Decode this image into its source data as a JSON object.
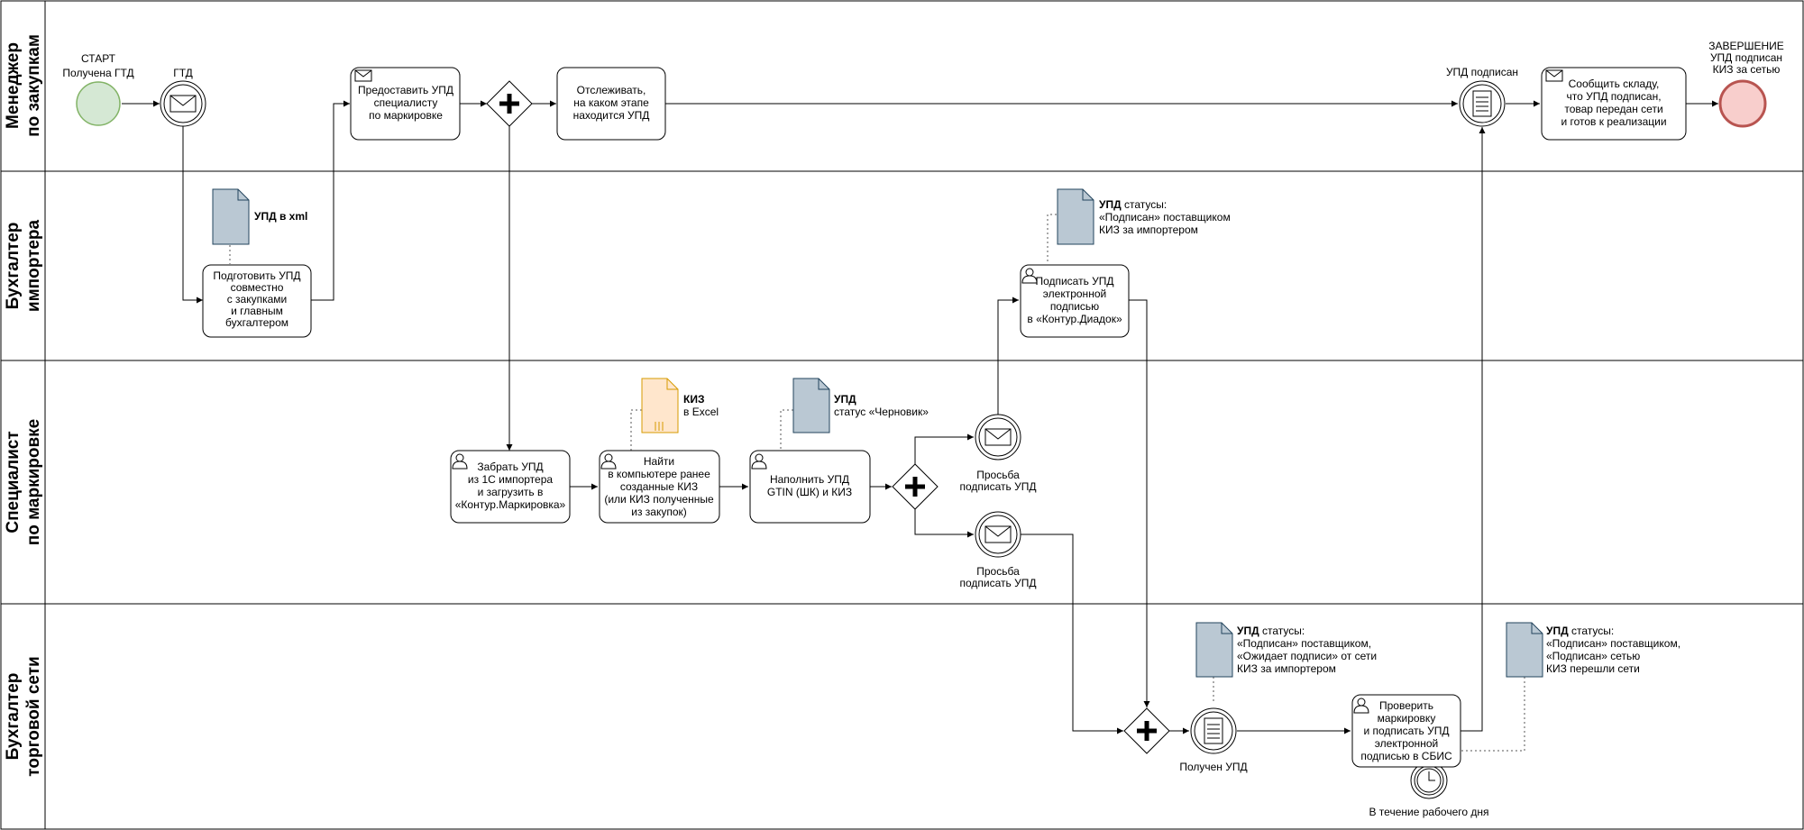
{
  "lanes": [
    {
      "title_lines": [
        "Менеджер",
        "по закупкам"
      ]
    },
    {
      "title_lines": [
        "Бухгалтер",
        "импортера"
      ]
    },
    {
      "title_lines": [
        "Специалист",
        "по маркировке"
      ]
    },
    {
      "title_lines": [
        "Бухгалтер",
        "торговой сети"
      ]
    }
  ],
  "events": {
    "start": {
      "label_lines": [
        "СТАРТ",
        "Получена ГТД"
      ]
    },
    "gtd": {
      "label_lines": [
        "ГТД"
      ]
    },
    "upd_signed": {
      "label_lines": [
        "УПД подписан"
      ]
    },
    "end": {
      "label_lines": [
        "ЗАВЕРШЕНИЕ",
        "УПД подписан",
        "КИЗ за сетью"
      ]
    },
    "msg_request_1": {
      "label_lines": [
        "Просьба",
        "подписать УПД"
      ]
    },
    "msg_request_2": {
      "label_lines": [
        "Просьба",
        "подписать УПД"
      ]
    },
    "upd_received": {
      "label_lines": [
        "Получен УПД"
      ]
    },
    "timer": {
      "label_lines": [
        "В течение рабочего дня"
      ]
    }
  },
  "tasks": {
    "provide_upd": {
      "lines": [
        "Предоставить УПД",
        "специалисту",
        "по маркировке"
      ]
    },
    "track": {
      "lines": [
        "Отслеживать,",
        "на каком этапе",
        "находится УПД"
      ]
    },
    "notify_warehouse": {
      "lines": [
        "Сообщить складу,",
        "что УПД подписан,",
        "товар передан сети",
        "и готов к реализации"
      ]
    },
    "prepare_upd": {
      "lines": [
        "Подготовить УПД",
        "совместно",
        "с закупками",
        "и главным",
        "бухгалтером"
      ]
    },
    "sign_diadoc": {
      "lines": [
        "Подписать УПД",
        "электронной",
        "подписью",
        "в «Контур.Диадок»"
      ]
    },
    "take_upd": {
      "lines": [
        "Забрать УПД",
        "из 1С импортера",
        "и загрузить в",
        "«Контур.Маркировка»"
      ]
    },
    "find_kiz": {
      "lines": [
        "Найти",
        "в компьютере ранее",
        "созданные КИЗ",
        "(или КИЗ полученные",
        "из закупок)"
      ]
    },
    "fill_upd": {
      "lines": [
        "Наполнить УПД",
        "GTIN (ШК) и КИЗ"
      ]
    },
    "check_sign": {
      "lines": [
        "Проверить",
        "маркировку",
        "и подписать УПД",
        "электронной",
        "подписью в СБИС"
      ]
    }
  },
  "documents": {
    "upd_xml": {
      "bold": "УПД в xml",
      "lines": []
    },
    "upd_status_1": {
      "bold": "УПД",
      "first_rest": " статусы:",
      "lines": [
        "«Подписан» поставщиком",
        "КИЗ за импортером"
      ]
    },
    "kiz_excel": {
      "bold": "КИЗ",
      "lines": [
        "в Excel"
      ]
    },
    "upd_draft": {
      "bold": "УПД",
      "lines": [
        "статус «Черновик»"
      ]
    },
    "upd_status_2": {
      "bold": "УПД",
      "first_rest": " статусы:",
      "lines": [
        "«Подписан» поставщиком,",
        "«Ожидает подписи» от сети",
        "КИЗ за импортером"
      ]
    },
    "upd_status_3": {
      "bold": "УПД",
      "first_rest": " статусы:",
      "lines": [
        "«Подписан» поставщиком,",
        "«Подписан» сетью",
        "КИЗ перешли сети"
      ]
    }
  },
  "colors": {
    "start_fill": "#d5e8d4",
    "start_stroke": "#82b366",
    "end_fill": "#f8cecc",
    "end_stroke": "#b85450",
    "doc_fill": "#bac8d3",
    "doc_stroke": "#23445d",
    "kiz_fill": "#ffe6cc",
    "kiz_stroke": "#d79b00",
    "line": "#000000"
  },
  "icons": {
    "gtd": "envelope-icon",
    "upd_signed": "document-list-icon",
    "upd_received": "document-list-icon",
    "msg_request": "envelope-icon",
    "timer": "clock-icon",
    "gateway": "parallel-plus-icon",
    "task_send": "envelope-icon",
    "task_user": "user-icon"
  }
}
